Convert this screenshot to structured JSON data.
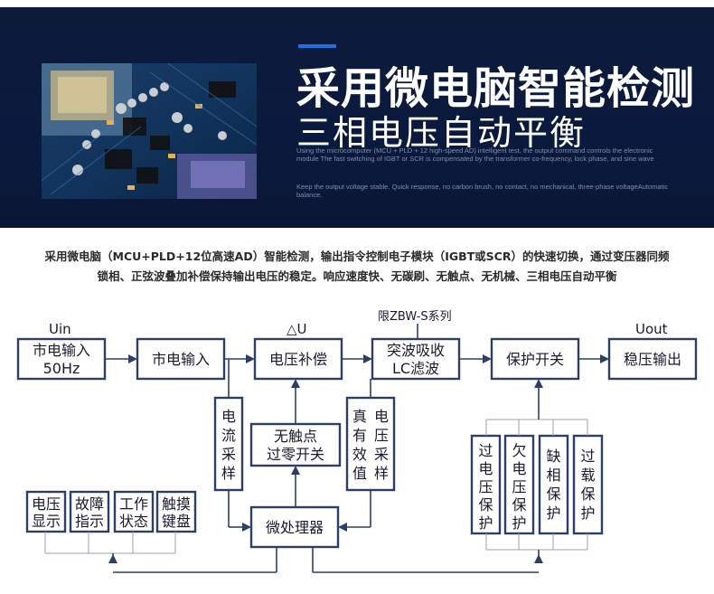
{
  "banner": {
    "title_main": "采用微电脑智能检测",
    "title_sub": "三相电压自动平衡",
    "english_1": "Using the microcomputer (MCU + PLD + 12 high-speed AD) intelligent test, the output command controls the electronic module The fast switching of IGBT or SCR is compensated by the transformer co-frequency, lock phase, and sine wave",
    "english_2": "Keep the output voltage stable. Quick response, no carbon brush, no contact, no mechanical, three-phase voltageAutomatic balance.",
    "accent_color": "#1f6fe0",
    "photo_icon": "circuit-board-photo"
  },
  "description": {
    "line1": "采用微电脑（MCU+PLD+12位高速AD）智能检测，输出指令控制电子模块（IGBT或SCR）的快速切换，通过变压器同频",
    "line2": "锁相、正弦波叠加补偿保持输出电压的稳定。响应速度快、无碳刷、无触点、无机械、三相电压自动平衡"
  },
  "diagram": {
    "labels": {
      "uin": "Uin",
      "delta_u": "△U",
      "series": "限ZBW-S系列",
      "uout": "Uout"
    },
    "main": {
      "mains_50hz_l1": "市电输入",
      "mains_50hz_l2": "50Hz",
      "mains": "市电输入",
      "compensation": "电压补偿",
      "filter_l1": "突波吸收",
      "filter_l2": "LC滤波",
      "protect_switch": "保护开关",
      "output": "稳压输出"
    },
    "current_sampling": [
      "电",
      "流",
      "采",
      "样"
    ],
    "zero_switch_l1": "无触点",
    "zero_switch_l2": "过零开关",
    "rms_col1": [
      "真",
      "有",
      "效",
      "值"
    ],
    "rms_col2": [
      "电",
      "压",
      "采",
      "样"
    ],
    "mcu": "微处理器",
    "panel": [
      {
        "l1": "电压",
        "l2": "显示"
      },
      {
        "l1": "故障",
        "l2": "指示"
      },
      {
        "l1": "工作",
        "l2": "状态"
      },
      {
        "l1": "触摸",
        "l2": "键盘"
      }
    ],
    "protections": [
      [
        "过",
        "电",
        "压",
        "保",
        "护"
      ],
      [
        "欠",
        "电",
        "压",
        "保",
        "护"
      ],
      [
        "缺",
        "相",
        "保",
        "护"
      ],
      [
        "过",
        "载",
        "保",
        "护"
      ]
    ],
    "line_color": "#2e3f66"
  }
}
